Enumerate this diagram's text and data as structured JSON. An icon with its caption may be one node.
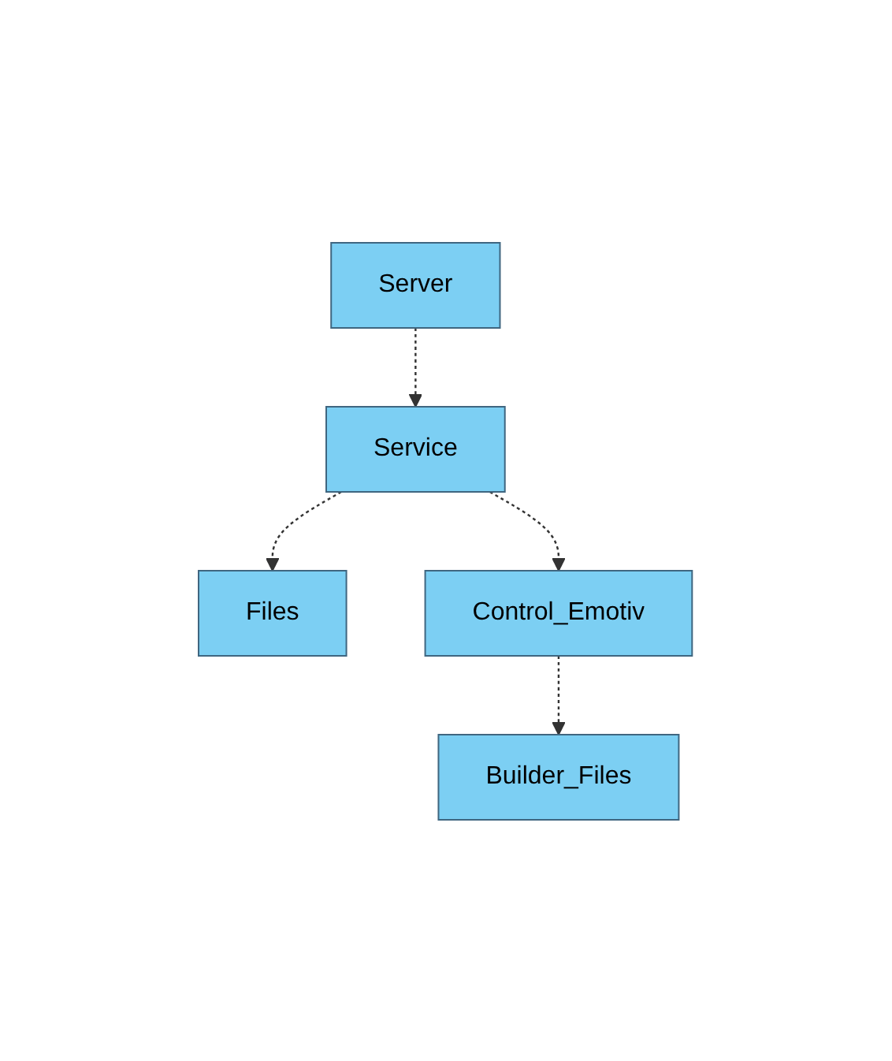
{
  "diagram": {
    "nodes": [
      {
        "text": [
          "Server"
        ]
      },
      {
        "text": [
          "Service"
        ]
      },
      {
        "text": [
          "Files"
        ]
      },
      {
        "text": [
          "Control_Emotiv"
        ]
      },
      {
        "text": [
          "Builder_Files"
        ]
      }
    ],
    "edges": [
      {
        "from": 0,
        "to": 1,
        "arrow": "to",
        "style": "dashed"
      },
      {
        "from": 1,
        "to": 2,
        "arrow": "to",
        "style": "dashed"
      },
      {
        "from": 1,
        "to": 3,
        "arrow": "to",
        "style": "dashed"
      },
      {
        "from": 3,
        "to": 4,
        "arrow": "to",
        "style": "dashed"
      }
    ]
  }
}
